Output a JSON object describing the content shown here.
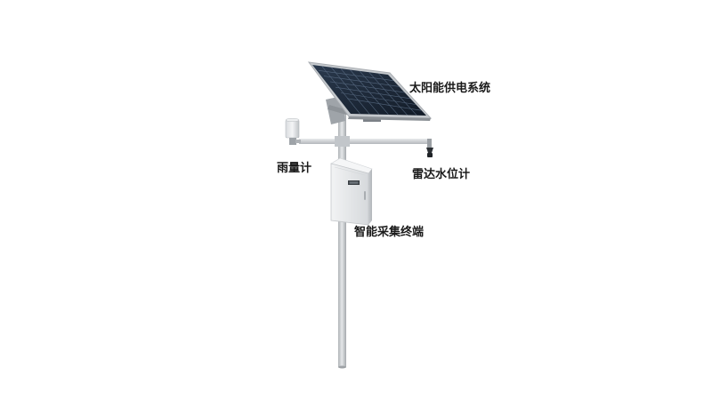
{
  "labels": {
    "solar_power_system": "太阳能供电系统",
    "rain_gauge": "雨量计",
    "radar_water_level_meter": "雷达水位计",
    "smart_collection_terminal": "智能采集终端"
  },
  "colors": {
    "background": "#ffffff",
    "pole": "#c9cccf",
    "panel_cells": "#1d2a3a",
    "panel_frame": "#b8bcc0",
    "cabinet": "#e8eaec",
    "text": "#1a1a1a"
  },
  "icons": {
    "solar_panel": "solar-panel-icon",
    "rain_gauge": "rain-gauge-icon",
    "radar_sensor": "radar-sensor-icon",
    "cabinet": "cabinet-icon"
  }
}
